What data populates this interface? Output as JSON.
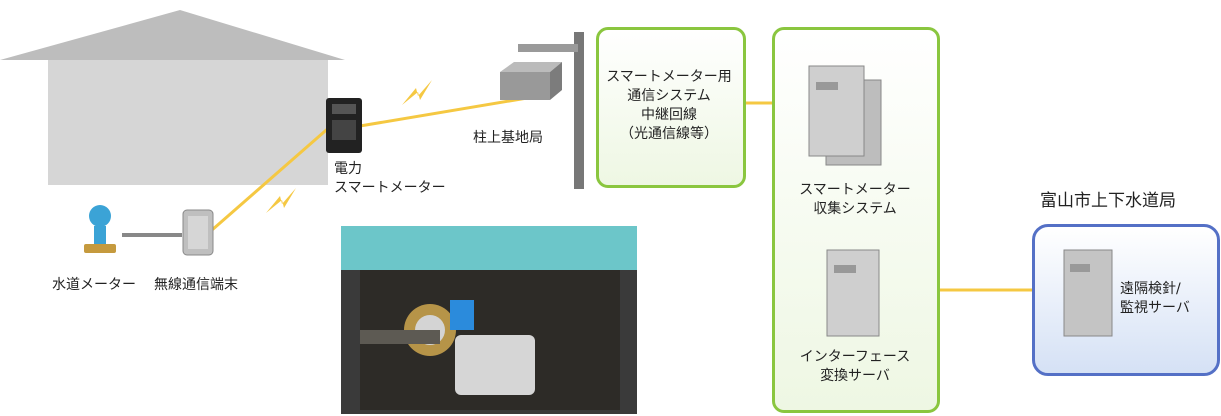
{
  "labels": {
    "electric_meter": [
      "電力",
      "スマートメーター"
    ],
    "pole_station": "柱上基地局",
    "relay_line": [
      "スマートメーター用",
      "通信システム",
      "中継回線",
      "（光通信線等）"
    ],
    "collection_system": [
      "スマートメーター",
      "収集システム"
    ],
    "interface_server": [
      "インターフェース",
      "変換サーバ"
    ],
    "bureau_title": "富山市上下水道局",
    "remote_server": [
      "遠隔検針/",
      "監視サーバ"
    ],
    "water_meter": "水道メーター",
    "wireless_terminal": "無線通信端末"
  },
  "icons": {
    "house": "house-icon",
    "electric_meter": "electric-meter-icon",
    "pole_station": "base-station-icon",
    "server": "server-icon",
    "water_meter": "water-meter-icon",
    "wireless_terminal": "wireless-terminal-icon",
    "radio": "lightning-radio-icon",
    "photo": "meter-box-photo"
  },
  "colors": {
    "green_border": "#8ac63f",
    "blue_border": "#5470c6",
    "line_yellow": "#f5c842",
    "house_gray": "#d4d4d4"
  }
}
